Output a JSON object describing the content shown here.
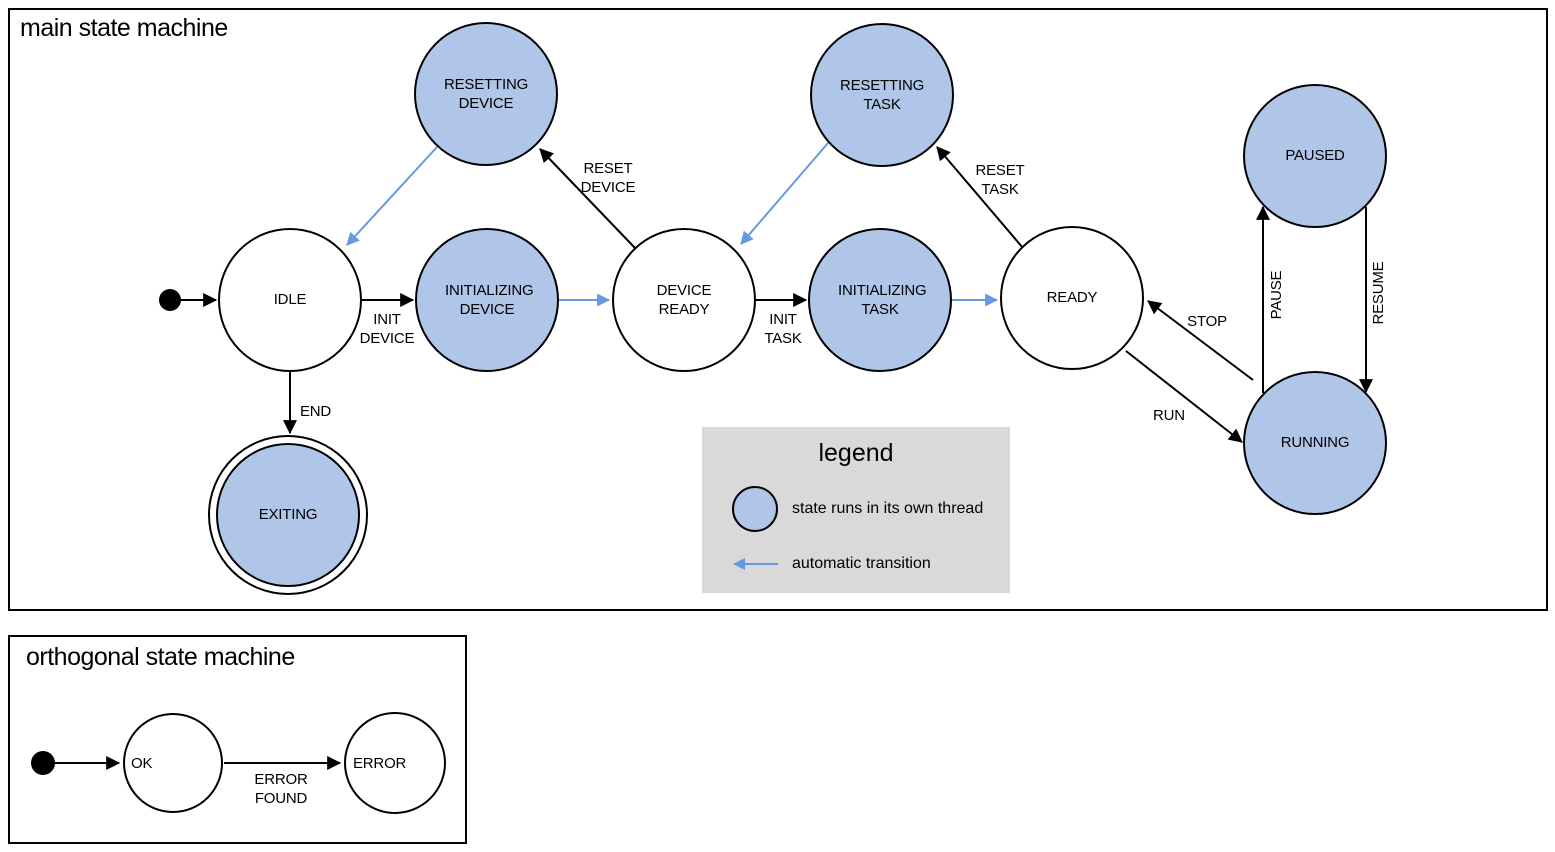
{
  "colors": {
    "thread_fill": "#afc6e8",
    "plain_fill": "#ffffff",
    "stroke": "#000000",
    "auto_transition": "#6699e0",
    "legend_bg": "#d9d9d9"
  },
  "main": {
    "title": "main state machine",
    "initial_state": "idle",
    "states": [
      {
        "id": "idle",
        "label": "IDLE",
        "threaded": false
      },
      {
        "id": "resetting-device",
        "label": "RESETTING DEVICE",
        "threaded": true
      },
      {
        "id": "initializing-device",
        "label": "INITIALIZING DEVICE",
        "threaded": true
      },
      {
        "id": "device-ready",
        "label": "DEVICE READY",
        "threaded": false
      },
      {
        "id": "resetting-task",
        "label": "RESETTING TASK",
        "threaded": true
      },
      {
        "id": "initializing-task",
        "label": "INITIALIZING TASK",
        "threaded": true
      },
      {
        "id": "ready",
        "label": "READY",
        "threaded": false
      },
      {
        "id": "paused",
        "label": "PAUSED",
        "threaded": true
      },
      {
        "id": "running",
        "label": "RUNNING",
        "threaded": true
      },
      {
        "id": "exiting",
        "label": "EXITING",
        "threaded": true,
        "final_state": true
      }
    ],
    "transitions": [
      {
        "from": "idle",
        "to": "initializing-device",
        "label": "INIT DEVICE",
        "automatic": false
      },
      {
        "from": "device-ready",
        "to": "resetting-device",
        "label": "RESET DEVICE",
        "automatic": false
      },
      {
        "from": "device-ready",
        "to": "initializing-task",
        "label": "INIT TASK",
        "automatic": false
      },
      {
        "from": "ready",
        "to": "resetting-task",
        "label": "RESET TASK",
        "automatic": false
      },
      {
        "from": "ready",
        "to": "running",
        "label": "RUN",
        "automatic": false
      },
      {
        "from": "running",
        "to": "ready",
        "label": "STOP",
        "automatic": false
      },
      {
        "from": "running",
        "to": "paused",
        "label": "PAUSE",
        "automatic": false
      },
      {
        "from": "paused",
        "to": "running",
        "label": "RESUME",
        "automatic": false
      },
      {
        "from": "idle",
        "to": "exiting",
        "label": "END",
        "automatic": false
      },
      {
        "from": "initializing-device",
        "to": "device-ready",
        "label": "",
        "automatic": true
      },
      {
        "from": "resetting-device",
        "to": "idle",
        "label": "",
        "automatic": true
      },
      {
        "from": "initializing-task",
        "to": "ready",
        "label": "",
        "automatic": true
      },
      {
        "from": "resetting-task",
        "to": "device-ready",
        "label": "",
        "automatic": true
      }
    ]
  },
  "legend": {
    "title": "legend",
    "items": [
      {
        "symbol": "threaded-state-circle",
        "label": "state runs in its own thread"
      },
      {
        "symbol": "automatic-transition-arrow",
        "label": "automatic transition"
      }
    ]
  },
  "orthogonal": {
    "title": "orthogonal state machine",
    "initial_state": "ok",
    "states": [
      {
        "id": "ok",
        "label": "OK",
        "threaded": false
      },
      {
        "id": "error",
        "label": "ERROR",
        "threaded": false
      }
    ],
    "transitions": [
      {
        "from": "ok",
        "to": "error",
        "label": "ERROR FOUND",
        "automatic": false
      }
    ]
  }
}
